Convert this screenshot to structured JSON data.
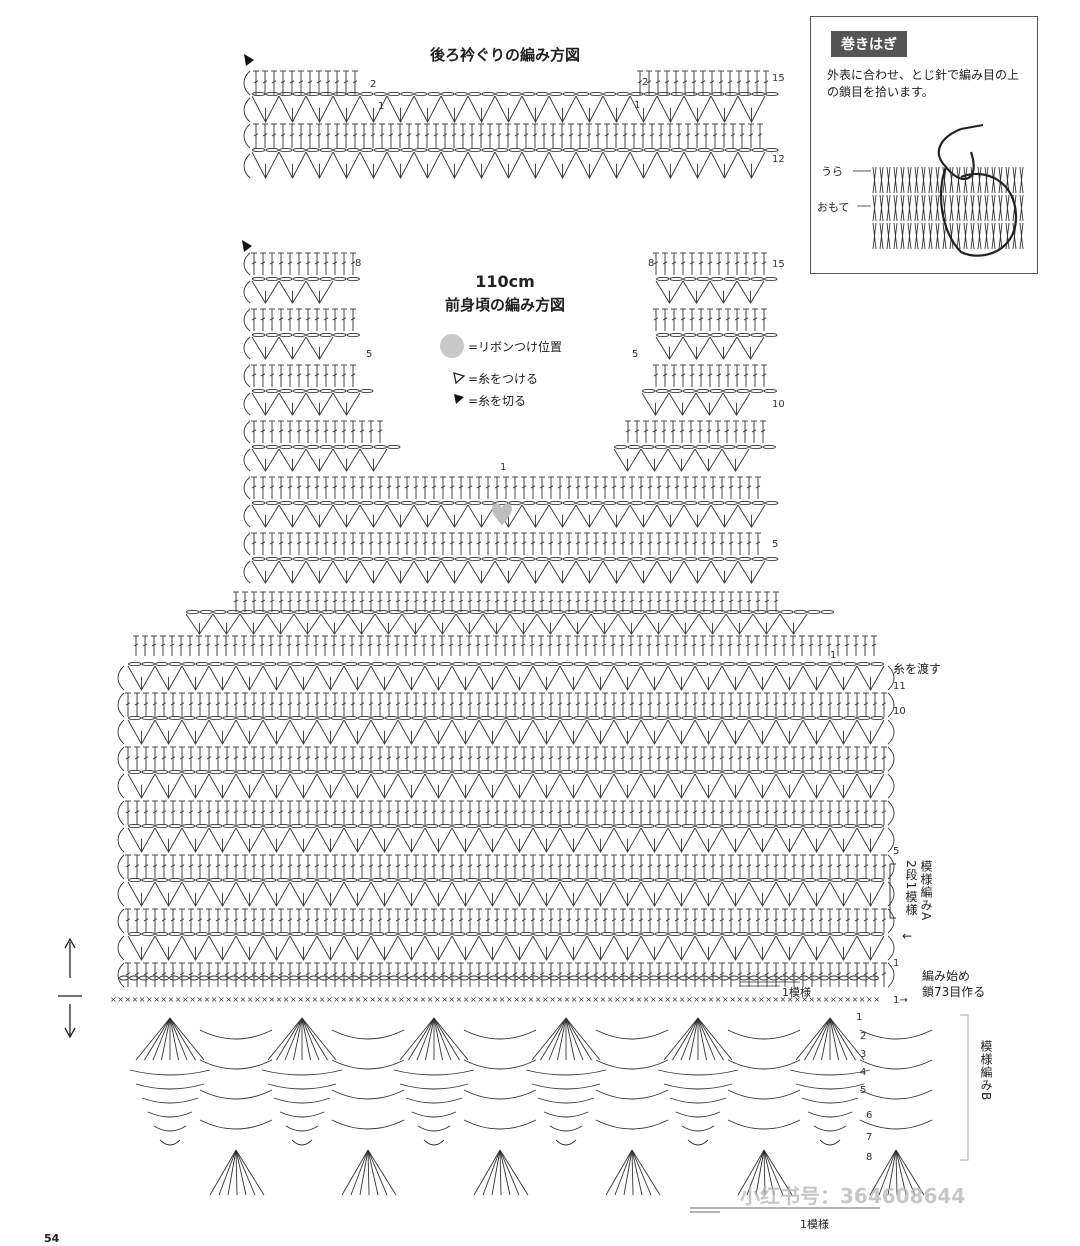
{
  "back_neck": {
    "title": "後ろ衿ぐりの編み方図",
    "row_labels": [
      "15",
      "12"
    ],
    "marks": [
      "2",
      "1",
      "2",
      "1"
    ]
  },
  "front": {
    "title_size": "110cm",
    "title": "前身頃の編み方図",
    "row_labels": [
      "15",
      "10",
      "5",
      "11",
      "10",
      "5",
      "1"
    ],
    "side_marks": [
      "8",
      "8",
      "5",
      "5",
      "1",
      "1"
    ]
  },
  "legend": {
    "ribbon": "=リボンつけ位置",
    "attach": "=糸をつける",
    "cut": "=糸を切る"
  },
  "box": {
    "title": "巻きはぎ",
    "desc": "外表に合わせ、とじ針で編み目の上の鎖目を拾います。",
    "ura": "うら",
    "omote": "おもて"
  },
  "annotations": {
    "pass_yarn": "糸を渡す",
    "pattern_a": "模様編みA",
    "rows_per_repeat": "2段1模様",
    "start": "編み始め",
    "chain": "鎖73目作る",
    "one_repeat": "1模様",
    "pattern_b": "模様編みB",
    "arrow": "←",
    "row1_arrow": "1→",
    "b_rows": [
      "1",
      "2",
      "3",
      "4",
      "5",
      "6",
      "7",
      "8"
    ]
  },
  "watermark": "小红书号：364608644",
  "page_number": "54"
}
